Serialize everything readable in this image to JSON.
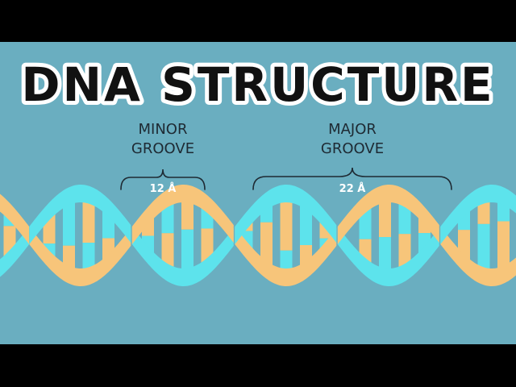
{
  "title": "DNA STRUCTURE",
  "minor_groove": {
    "line1": "MINOR",
    "line2": "GROOVE",
    "width": "12 Å"
  },
  "major_groove": {
    "line1": "MAJOR",
    "line2": "GROOVE",
    "width": "22 Å"
  },
  "colors": {
    "background": "#6aaec0",
    "strand_cyan": "#5de3ec",
    "strand_orange": "#f7c57a",
    "letterbox": "#000000",
    "title_fill": "#111111",
    "title_outline": "#ffffff"
  }
}
